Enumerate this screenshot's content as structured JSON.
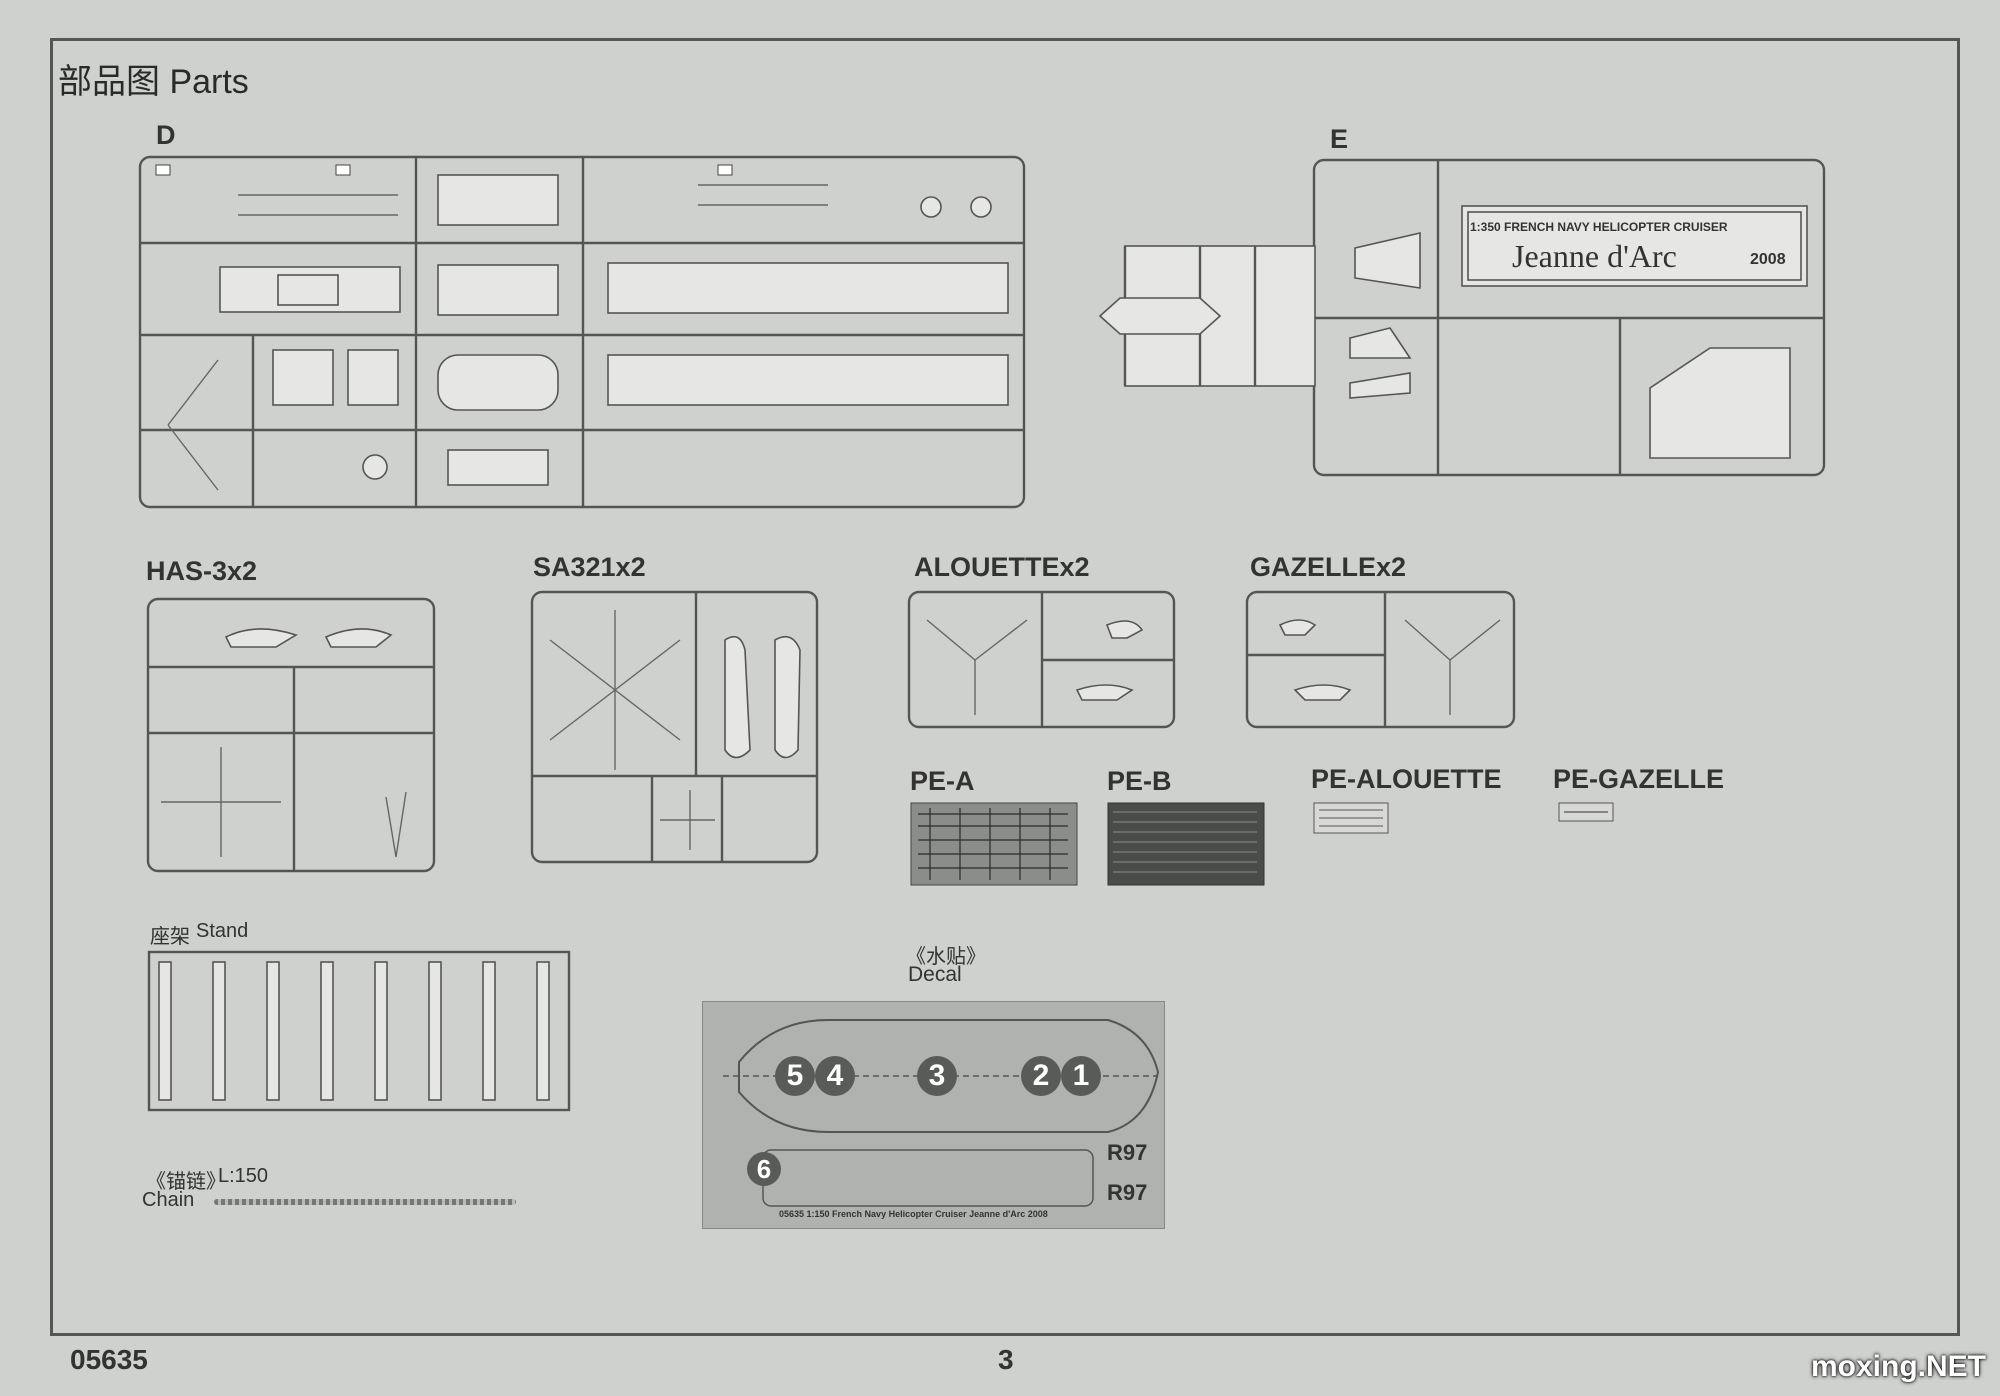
{
  "page": {
    "title": "部品图 Parts",
    "number": "3",
    "code": "05635",
    "watermark": "moxing.NET"
  },
  "sprues": {
    "D": "D",
    "E": "E",
    "has3": "HAS-3x2",
    "sa321": "SA321x2",
    "alouette": "ALOUETTEx2",
    "gazelle": "GAZELLEx2",
    "pe_a": "PE-A",
    "pe_b": "PE-B",
    "pe_alouette": "PE-ALOUETTE",
    "pe_gazelle": "PE-GAZELLE"
  },
  "sprue_e_plate": {
    "line1": "1:350 FRENCH NAVY HELICOPTER CRUISER",
    "line2": "Jeanne d'Arc",
    "year": "2008"
  },
  "stand": {
    "cn": "座架",
    "en": "Stand"
  },
  "decal": {
    "cn": "《水贴》",
    "en": "Decal",
    "caption": "05635 1:150 French Navy Helicopter Cruiser Jeanne d'Arc 2008",
    "hull_code": "R97",
    "numbers": [
      "5",
      "4",
      "3",
      "2",
      "1",
      "6"
    ]
  },
  "chain": {
    "cn": "《锚链》",
    "length": "L:150",
    "en": "Chain"
  }
}
